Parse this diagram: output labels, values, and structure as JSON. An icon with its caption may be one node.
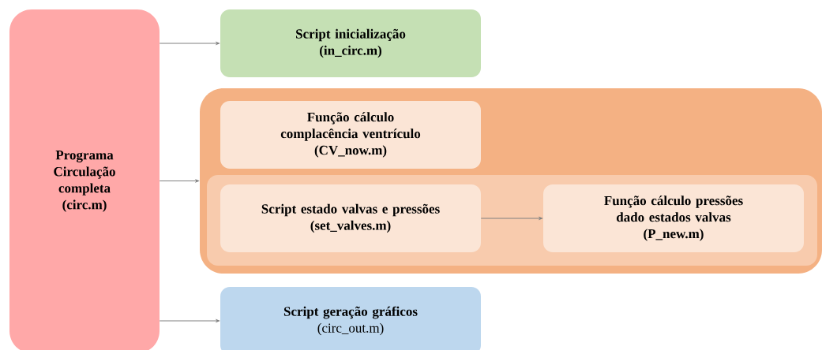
{
  "diagram": {
    "nodes": [
      {
        "text": [
          "Programa Circulação completa (circ.m)"
        ]
      },
      {
        "text": [
          "Script inicialização",
          "(in_circ.m)"
        ]
      },
      {
        "text": [],
        "shape": "box"
      },
      {
        "text": [
          "Função cálculo complacência ventrículo",
          "(CV_now.m)"
        ],
        "in": 2
      },
      {
        "text": [],
        "shape": "box",
        "in": 2
      },
      {
        "text": [
          "Script estado valvas e pressões",
          "(set_valves.m)"
        ],
        "in": 4
      },
      {
        "text": [
          "Função cálculo pressões dado estados valvas",
          "(P_new.m)"
        ],
        "in": 4
      },
      {
        "text": [
          "Script geração gráficos",
          "(circ_out.m)"
        ]
      }
    ],
    "edges": [
      {
        "from": 0,
        "to": 1,
        "arrow": "to"
      },
      {
        "from": 0,
        "to": 2,
        "arrow": "to"
      },
      {
        "from": 5,
        "to": 6,
        "arrow": "to"
      },
      {
        "from": 0,
        "to": 7,
        "arrow": "to"
      }
    ]
  }
}
